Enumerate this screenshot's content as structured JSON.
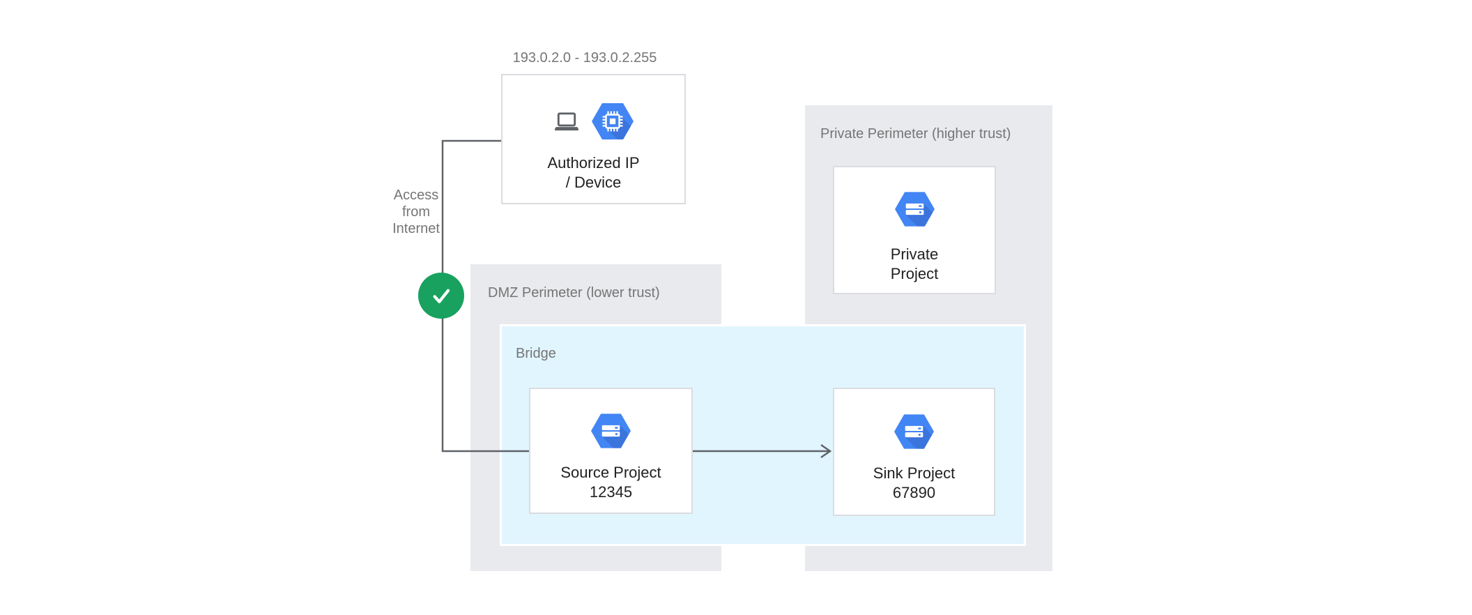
{
  "colors": {
    "background": "#ffffff",
    "perimeter_fill": "#e8eaed",
    "bridge_fill": "#e1f5fe",
    "bridge_border": "#ffffff",
    "node_fill": "#ffffff",
    "node_border": "#dadce0",
    "connector": "#5f6368",
    "muted_text": "#757575",
    "node_text": "#212121",
    "hexagon_blue": "#4285f4",
    "hexagon_shade": "#3b74dc",
    "check_green": "#18a15f",
    "device_gray": "#5f6368"
  },
  "annotations": {
    "ip_range": "193.0.2.0 - 193.0.2.255",
    "access": {
      "lines": [
        "Access",
        "from",
        "Internet"
      ]
    },
    "check_icon": "check-icon"
  },
  "perimeters": {
    "dmz": {
      "label": "DMZ Perimeter (lower trust)"
    },
    "private": {
      "label": "Private Perimeter (higher trust)"
    }
  },
  "bridge": {
    "label": "Bridge"
  },
  "nodes": {
    "authorized": {
      "lines": [
        "Authorized IP",
        "/ Device"
      ],
      "icons": [
        "laptop-icon",
        "chip-hexagon-icon"
      ]
    },
    "source": {
      "lines": [
        "Source Project",
        "12345"
      ],
      "icon": "storage-hexagon-icon"
    },
    "sink": {
      "lines": [
        "Sink Project",
        "67890"
      ],
      "icon": "storage-hexagon-icon"
    },
    "private": {
      "lines": [
        "Private",
        "Project"
      ],
      "icon": "storage-hexagon-icon"
    }
  }
}
